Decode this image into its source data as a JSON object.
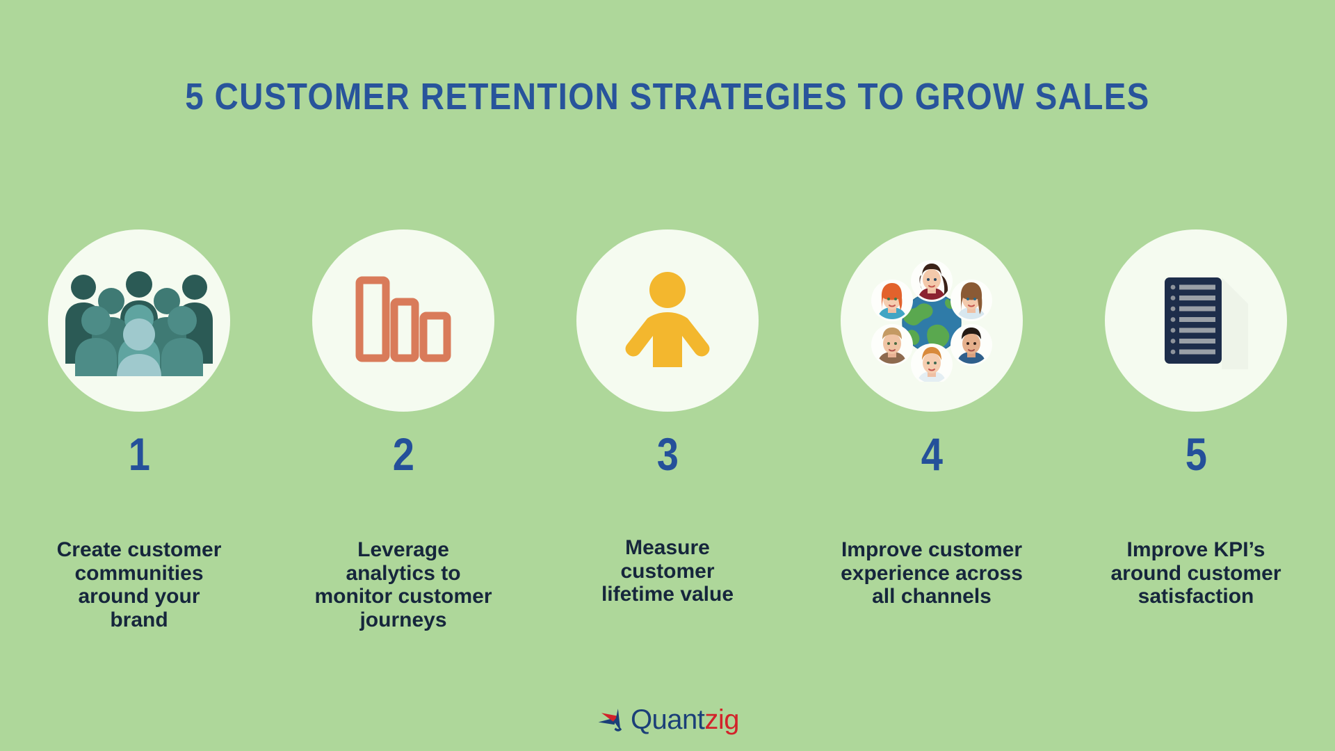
{
  "page": {
    "background_color": "#aed79a",
    "title": "5 CUSTOMER RETENTION STRATEGIES TO GROW SALES",
    "title_color": "#28549b"
  },
  "colors": {
    "background": "#aed79a",
    "circle": "#f5fbf0",
    "title_blue": "#28549b",
    "number_blue": "#24509a",
    "caption_navy": "#16263c",
    "teal_dark": "#2b5a55",
    "teal_mid": "#4d8c87",
    "teal_light": "#9fc9cd",
    "salmon": "#d97b5a",
    "amber": "#f3b72e",
    "navy_list": "#1d2d4a",
    "globe_green": "#5aa84f",
    "globe_blue": "#2f7ba8",
    "logo_navy": "#1b3f78",
    "logo_red": "#d2232a"
  },
  "steps": [
    {
      "number": "1",
      "icon": "people-group-icon",
      "caption": "Create customer\ncommunities\naround your\nbrand"
    },
    {
      "number": "2",
      "icon": "bar-chart-icon",
      "caption": "Leverage\nanalytics to\nmonitor customer\njourneys"
    },
    {
      "number": "3",
      "icon": "person-icon",
      "caption": "Measure\ncustomer\nlifetime value"
    },
    {
      "number": "4",
      "icon": "global-network-icon",
      "caption": "Improve customer\nexperience across\nall channels"
    },
    {
      "number": "5",
      "icon": "checklist-icon",
      "caption": "Improve KPI’s\naround customer\nsatisfaction"
    }
  ],
  "logo": {
    "mark": "quantzig-fan-logo-icon",
    "word_first": "Quant",
    "word_second": "zig"
  }
}
